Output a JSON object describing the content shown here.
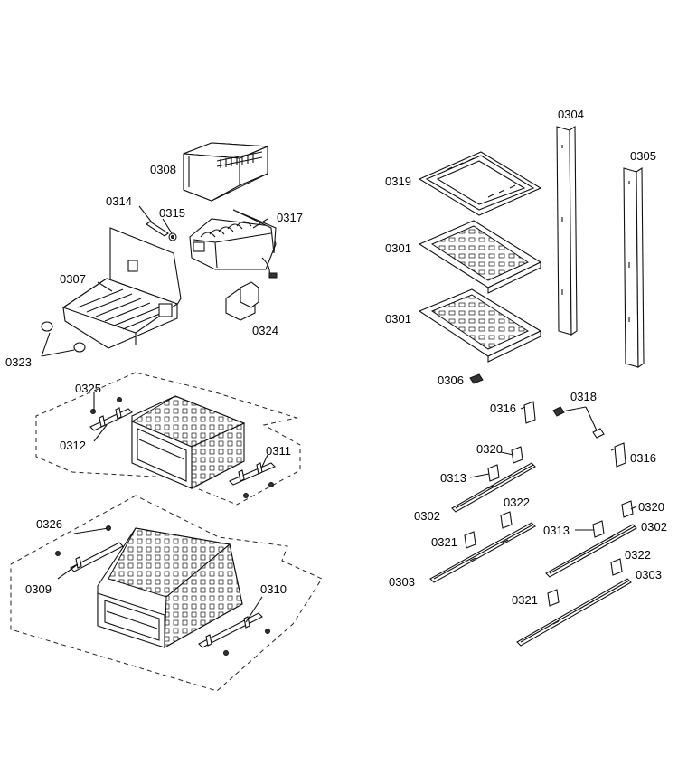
{
  "labels": {
    "p0308": "0308",
    "p0314": "0314",
    "p0315": "0315",
    "p0317": "0317",
    "p0307": "0307",
    "p0324": "0324",
    "p0323": "0323",
    "p0325": "0325",
    "p0312": "0312",
    "p0311": "0311",
    "p0326": "0326",
    "p0309": "0309",
    "p0310": "0310",
    "p0304": "0304",
    "p0305": "0305",
    "p0319": "0319",
    "p0301a": "0301",
    "p0301b": "0301",
    "p0306": "0306",
    "p0316a": "0316",
    "p0318": "0318",
    "p0316b": "0316",
    "p0320a": "0320",
    "p0313a": "0313",
    "p0302a": "0302",
    "p0322a": "0322",
    "p0321a": "0321",
    "p0303a": "0303",
    "p0320b": "0320",
    "p0313b": "0313",
    "p0302b": "0302",
    "p0322b": "0322",
    "p0303b": "0303",
    "p0321b": "0321"
  }
}
